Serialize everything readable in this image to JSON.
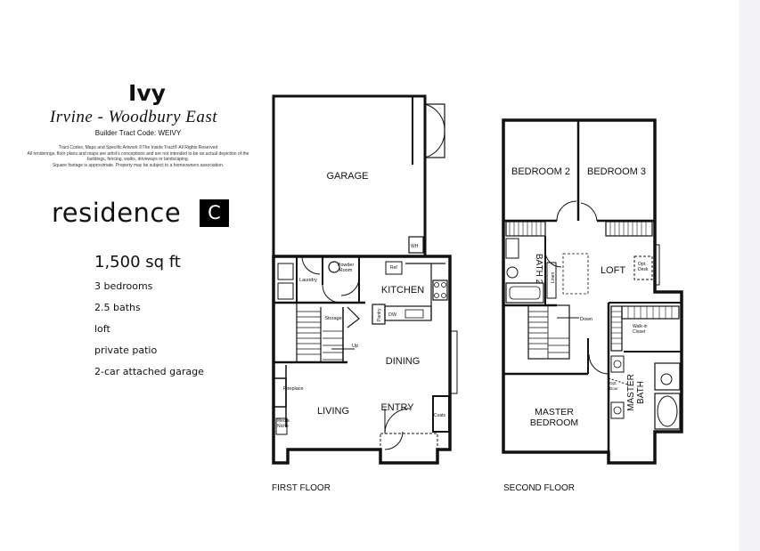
{
  "header": {
    "title": "Ivy",
    "subtitle": "Irvine - Woodbury East",
    "tract_code": "Builder Tract Code: WEIVY",
    "legal_lines": [
      "Tract Codes, Maps and Specific Artwork ©The Inside Tract® All Rights Reserved",
      "All renderings, floor plans and maps are artist's conceptions and are not intended to be an actual depiction of the",
      "buildings, fencing, walks, driveways or landscaping.",
      "Square footage is approximate. Property may be subject to a homeowners association."
    ]
  },
  "residence": {
    "word": "residence",
    "letter": "C"
  },
  "summary": {
    "sqft": "1,500 sq ft",
    "features": [
      "3 bedrooms",
      "2.5 baths",
      "loft",
      "private patio",
      "2-car attached garage"
    ]
  },
  "first_floor": {
    "caption": "FIRST FLOOR",
    "rooms": {
      "garage": "GARAGE",
      "kitchen": "KITCHEN",
      "dining": "DINING",
      "living": "LIVING",
      "entry": "ENTRY"
    },
    "small_labels": {
      "powder_line1": "Powder",
      "powder_line2": "Room",
      "laundry": "Laundry",
      "storage": "Storage",
      "up": "Up",
      "ref": "Ref",
      "dw": "DW",
      "pantry": "Pantry",
      "fireplace": "Fireplace",
      "media_line1": "Media",
      "media_line2": "Niche",
      "coats": "Coats",
      "wh": "WH"
    }
  },
  "second_floor": {
    "caption": "SECOND FLOOR",
    "rooms": {
      "bedroom2": "BEDROOM 2",
      "bedroom3": "BEDROOM 3",
      "bath2": "BATH 2",
      "loft": "LOFT",
      "master_bedroom_line1": "MASTER",
      "master_bedroom_line2": "BEDROOM",
      "master_bath_line1": "MASTER",
      "master_bath_line2": "BATH"
    },
    "small_labels": {
      "linen": "Linen",
      "opt_desk_line1": "Opt.",
      "opt_desk_line2": "Desk",
      "down": "Down",
      "walk_in_line1": "Walk-in",
      "walk_in_line2": "Closet",
      "opt_door_line1": "Opt.",
      "opt_door_line2": "Door"
    }
  }
}
